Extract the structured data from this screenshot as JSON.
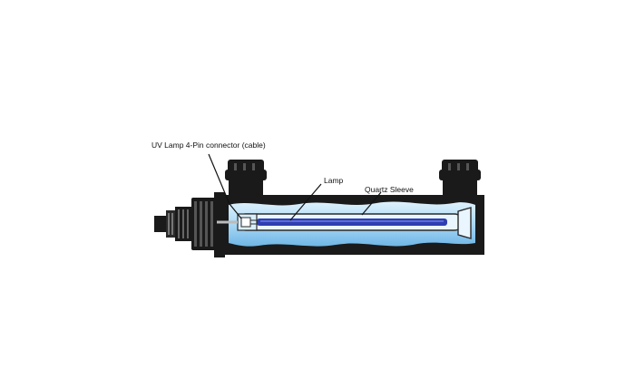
{
  "diagram": {
    "labels": {
      "connector": "UV Lamp 4-Pin connector (cable)",
      "lamp": "Lamp",
      "sleeve": "Quartz Sleeve"
    },
    "colors": {
      "housing": "#1a1a1a",
      "water_light": "#cde9fa",
      "water_mid": "#8cc9ef",
      "water_dark": "#57a8e0",
      "lamp": "#2f3fb0",
      "quartz": "#e9f6ff"
    }
  }
}
